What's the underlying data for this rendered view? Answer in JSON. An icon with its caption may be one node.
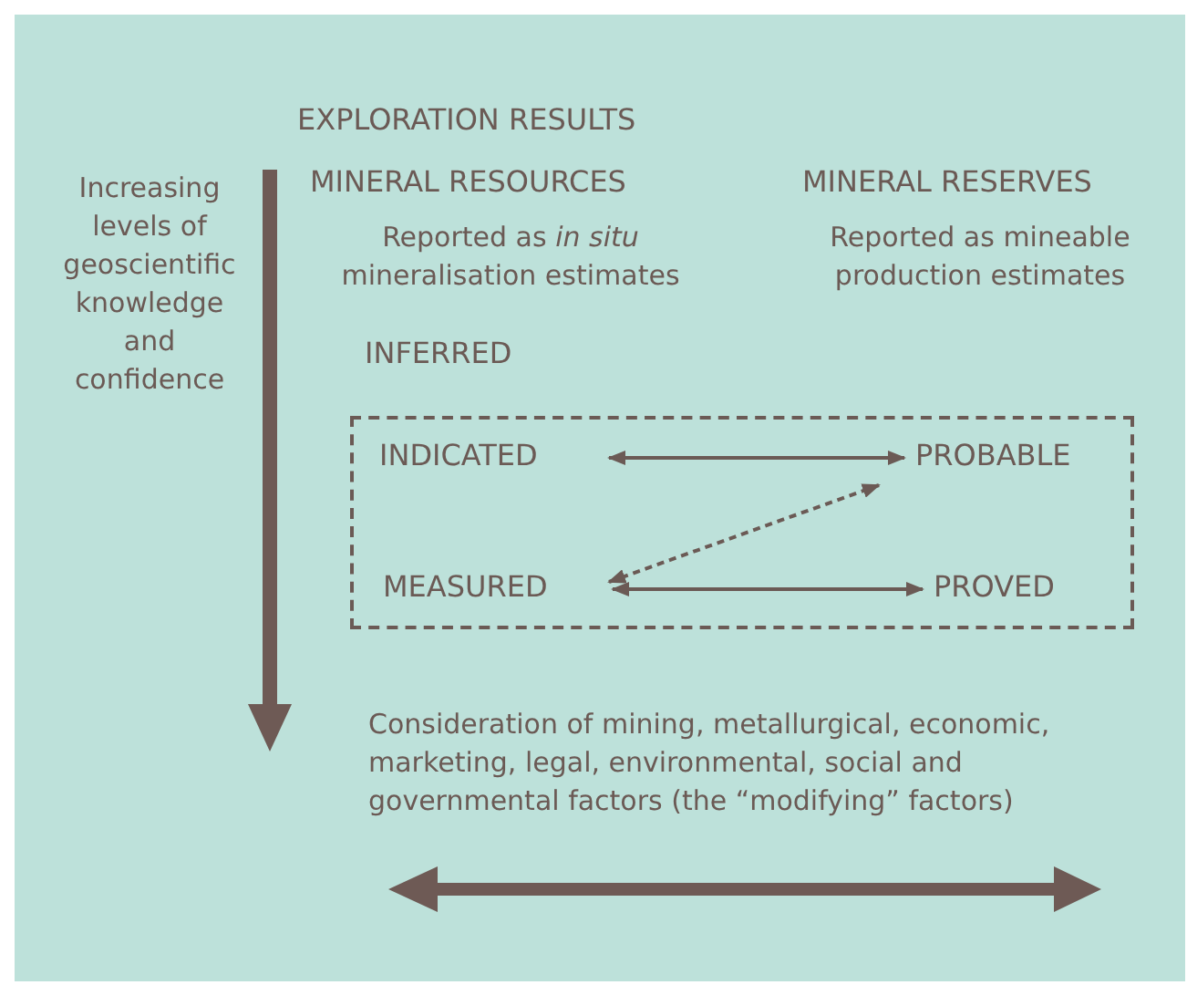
{
  "diagram": {
    "nodes": [
      {
        "text": [
          "EXPLORATION RESULTS"
        ]
      },
      {
        "text": [
          "MINERAL RESOURCES",
          "Reported as *in situ* mineralisation estimates"
        ]
      },
      {
        "text": [
          "MINERAL RESERVES",
          "Reported as mineable production estimates"
        ]
      },
      {
        "text": [
          "INFERRED"
        ]
      },
      {
        "text": [],
        "shape": "box"
      },
      {
        "text": [
          "INDICATED"
        ],
        "in": 4
      },
      {
        "text": [
          "PROBABLE"
        ],
        "in": 4
      },
      {
        "text": [
          "MEASURED"
        ],
        "in": 4
      },
      {
        "text": [
          "PROVED"
        ],
        "in": 4
      }
    ],
    "edges": [
      {
        "from": 5,
        "to": 6,
        "arrow": "both"
      },
      {
        "from": 7,
        "to": 8,
        "arrow": "both"
      },
      {
        "from": 7,
        "to": 6,
        "arrow": "both",
        "style": "dashed"
      }
    ],
    "labels": [
      "Increasing levels of geoscientific knowledge and confidence",
      "Consideration of mining, metallurgical, economic, marketing, legal, environmental, social and governmental factors (the “modifying” factors)"
    ]
  }
}
